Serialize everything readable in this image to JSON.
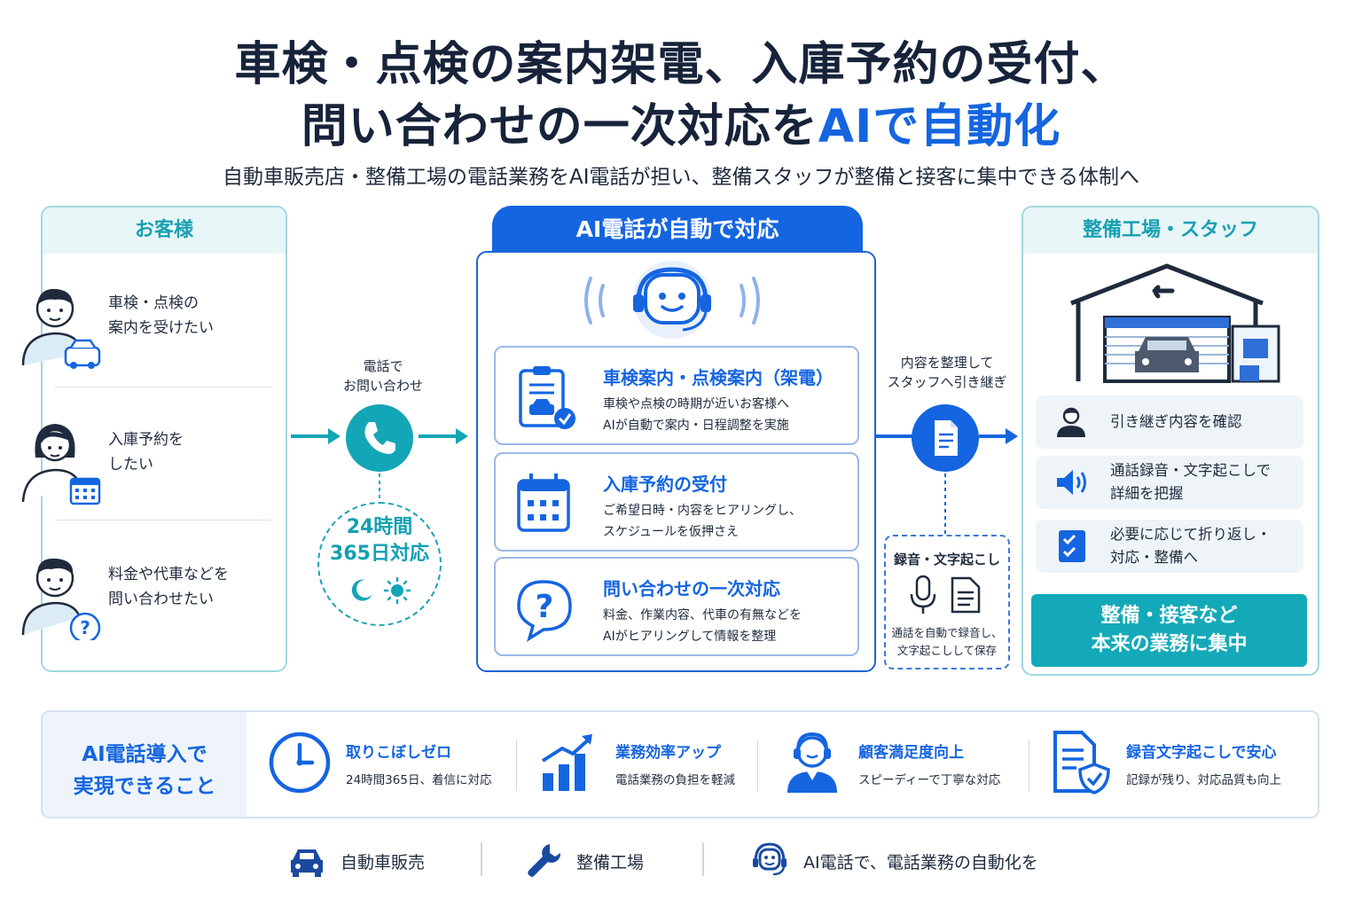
{
  "header": {
    "title_line1": "車検・点検の案内架電、入庫予約の受付、",
    "title_line2_prefix": "問い合わせの一次対応を",
    "title_line2_accent": "AIで自動化",
    "subtitle": "自動車販売店・整備工場の電話業務をAI電話が担い、整備スタッフが整備と接客に集中できる体制へ"
  },
  "customers": {
    "title": "お客様",
    "items": [
      {
        "line1": "車検・点検の",
        "line2": "案内を受けたい"
      },
      {
        "line1": "入庫予約を",
        "line2": "したい"
      },
      {
        "line1": "料金や代車などを",
        "line2": "問い合わせたい"
      }
    ]
  },
  "phone_flow": {
    "label_line1": "電話で",
    "label_line2": "お問い合わせ",
    "hours_line1": "24時間",
    "hours_line2": "365日対応"
  },
  "ai_panel": {
    "title": "AI電話が自動で対応",
    "cards": [
      {
        "title": "車検案内・点検案内（架電）",
        "desc1": "車検や点検の時期が近いお客様へ",
        "desc2": "AIが自動で案内・日程調整を実施"
      },
      {
        "title": "入庫予約の受付",
        "desc1": "ご希望日時・内容をヒアリングし、",
        "desc2": "スケジュールを仮押さえ"
      },
      {
        "title": "問い合わせの一次対応",
        "desc1": "料金、作業内容、代車の有無などを",
        "desc2": "AIがヒアリングして情報を整理"
      }
    ]
  },
  "handoff": {
    "label_line1": "内容を整理して",
    "label_line2": "スタッフへ引き継ぎ",
    "record_title": "録音・文字起こし",
    "record_desc1": "通話を自動で録音し、",
    "record_desc2": "文字起こしして保存"
  },
  "staff": {
    "title": "整備工場・スタッフ",
    "rows": [
      {
        "line1": "引き継ぎ内容を確認",
        "line2": ""
      },
      {
        "line1": "通話録音・文字起こしで",
        "line2": "詳細を把握"
      },
      {
        "line1": "必要に応じて折り返し・",
        "line2": "対応・整備へ"
      }
    ],
    "focus_line1": "整備・接客など",
    "focus_line2": "本来の業務に集中"
  },
  "benefits": {
    "label_line1": "AI電話導入で",
    "label_line2": "実現できること",
    "items": [
      {
        "title": "取りこぼしゼロ",
        "desc": "24時間365日、着信に対応",
        "icon": "clock-icon"
      },
      {
        "title": "業務効率アップ",
        "desc": "電話業務の負担を軽減",
        "icon": "growth-chart-icon"
      },
      {
        "title": "顧客満足度向上",
        "desc": "スピーディーで丁寧な対応",
        "icon": "operator-icon"
      },
      {
        "title": "録音文字起こしで安心",
        "desc": "記録が残り、対応品質も向上",
        "icon": "secure-document-icon"
      }
    ]
  },
  "footer": {
    "items": [
      "自動車販売",
      "整備工場",
      "AI電話で、電話業務の自動化を"
    ]
  },
  "colors": {
    "primary_blue": "#1565e0",
    "teal": "#14a9b8",
    "dark_text": "#17233a"
  }
}
